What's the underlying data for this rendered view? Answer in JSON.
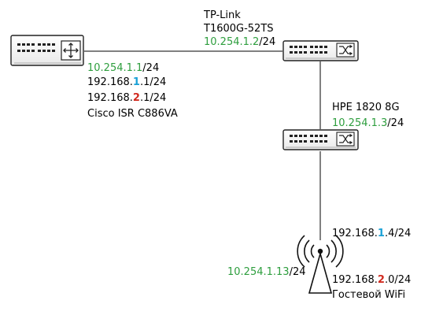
{
  "colors": {
    "green": "#2e9e3e",
    "blue": "#1aa1d6",
    "red": "#d12a1f",
    "link": "#000000"
  },
  "devices": {
    "router": {
      "icon": "router-icon",
      "mgmt_ip": "10.254.1.1",
      "mgmt_mask": "/24",
      "vlan1_prefix": "192.168.",
      "vlan1_octet": "1",
      "vlan1_suffix": ".1/24",
      "vlan2_prefix": "192.168.",
      "vlan2_octet": "2",
      "vlan2_suffix": ".1/24",
      "model": "Cisco ISR C886VA"
    },
    "core_switch": {
      "icon": "switch-icon",
      "vendor": "TP-Link",
      "model": "T1600G-52TS",
      "mgmt_ip": "10.254.1.2",
      "mgmt_mask": "/24"
    },
    "access_switch": {
      "icon": "switch-icon",
      "model": "HPE 1820 8G",
      "mgmt_ip": "10.254.1.3",
      "mgmt_mask": "/24"
    },
    "access_point": {
      "icon": "wifi-antenna-icon",
      "vlan1_prefix": "192.168.",
      "vlan1_octet": "1",
      "vlan1_suffix": ".4/24",
      "mgmt_ip": "10.254.1.13",
      "mgmt_mask": "/24",
      "vlan2_prefix": "192.168.",
      "vlan2_octet": "2",
      "vlan2_suffix": ".0/24",
      "ssid": "Гостевой WiFi"
    }
  }
}
